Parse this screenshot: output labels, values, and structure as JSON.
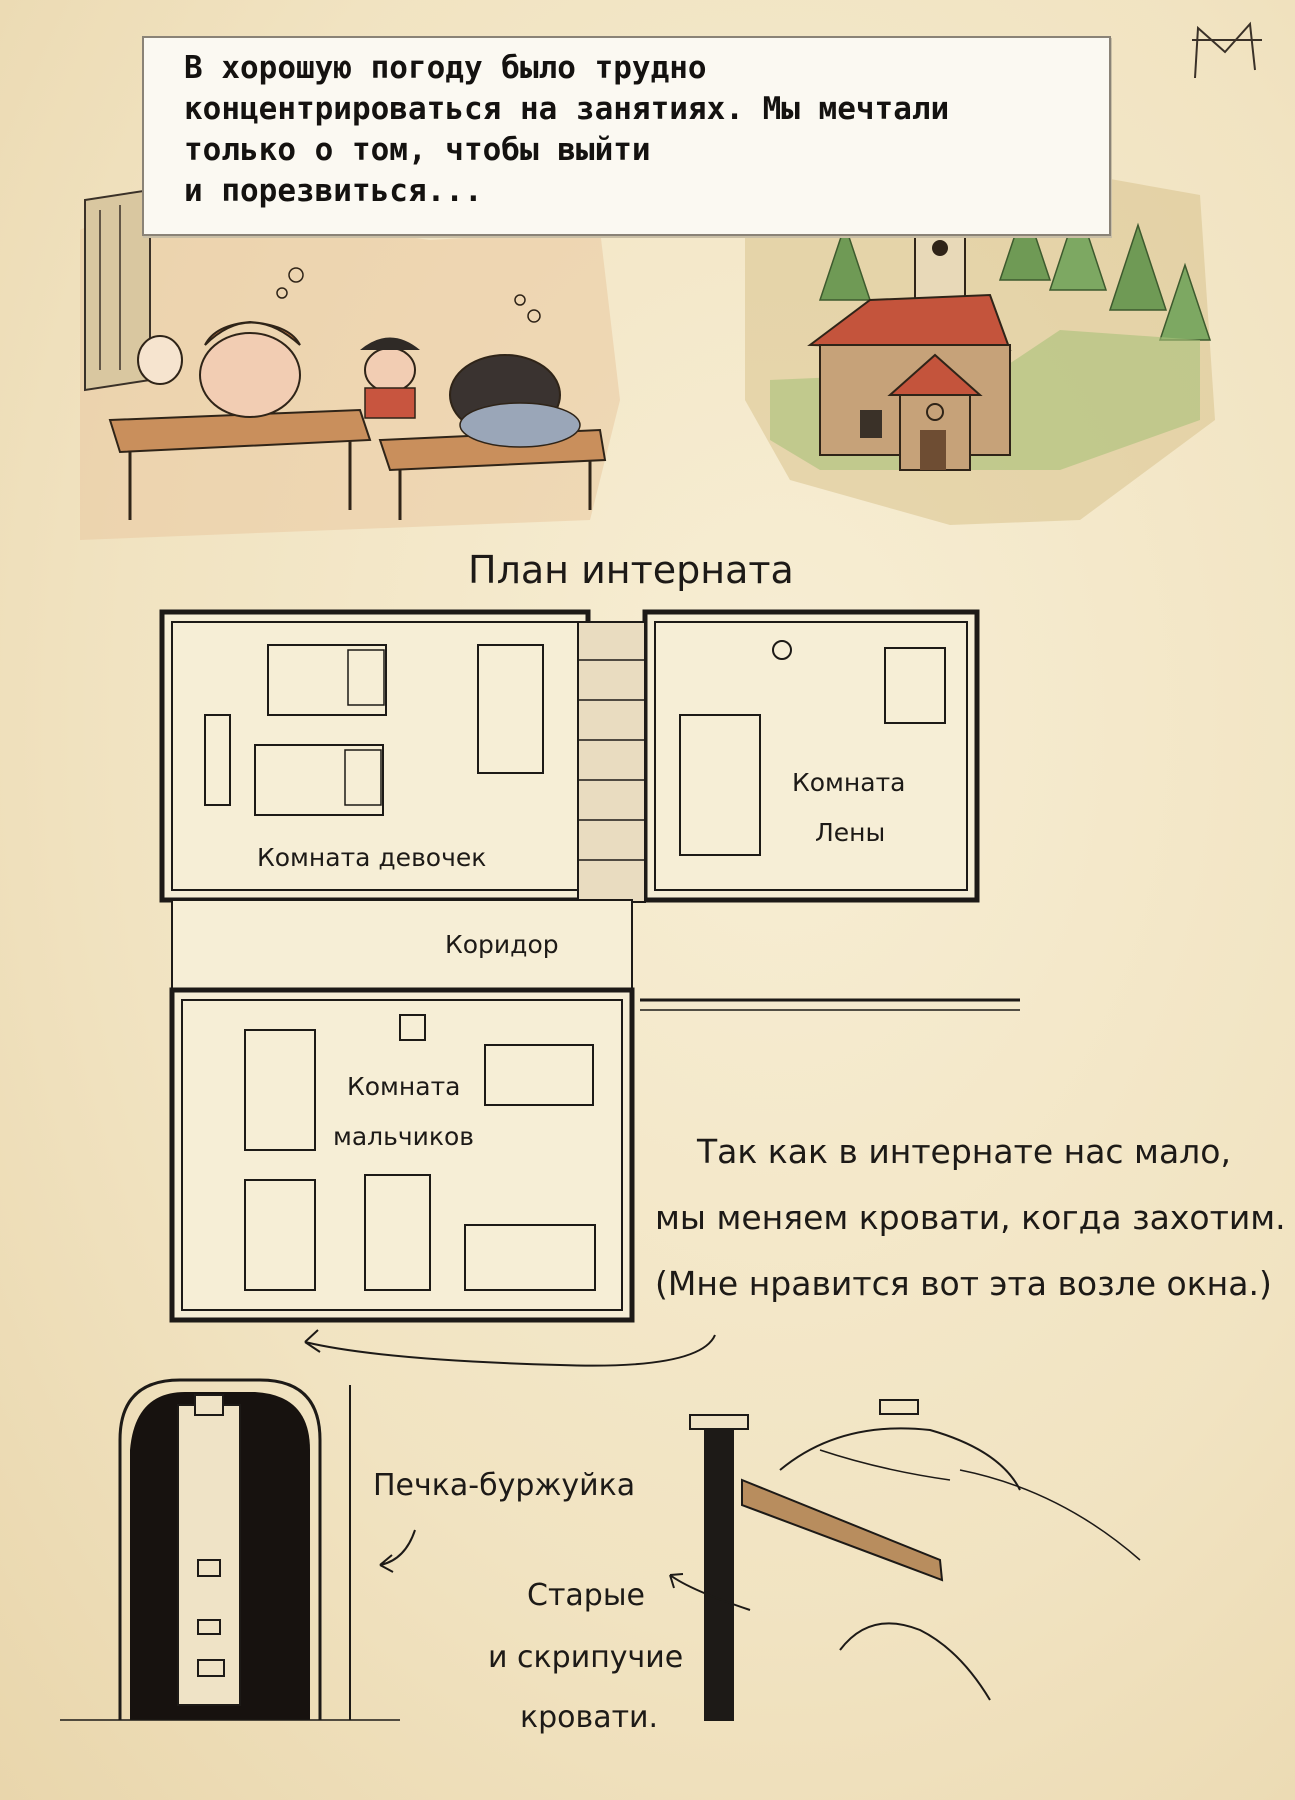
{
  "caption": {
    "lines": [
      "В хорошую погоду было  трудно",
      "концентрироваться на занятиях. Мы мечтали",
      "только о том, чтобы выйти",
      "и порезвиться..."
    ]
  },
  "plan": {
    "title": "План интерната",
    "rooms": {
      "girls": "Комната девочек",
      "lena_line1": "Комната",
      "lena_line2": "Лены",
      "corridor": "Коридор",
      "boys_line1": "Комната",
      "boys_line2": "мальчиков"
    }
  },
  "note": {
    "lines": [
      "Так как в интернате нас мало,",
      "мы меняем кровати, когда захотим.",
      "(Мне нравится вот эта возле окна.)"
    ]
  },
  "stove": {
    "label": "Печка-буржуйка"
  },
  "beds": {
    "lines": [
      "Старые",
      "и скрипучие",
      "кровати."
    ]
  },
  "colors": {
    "paper": "#f3e8c9",
    "ink": "#1d1a17",
    "roof": "#c4543c",
    "trees": "#6f9a55"
  }
}
